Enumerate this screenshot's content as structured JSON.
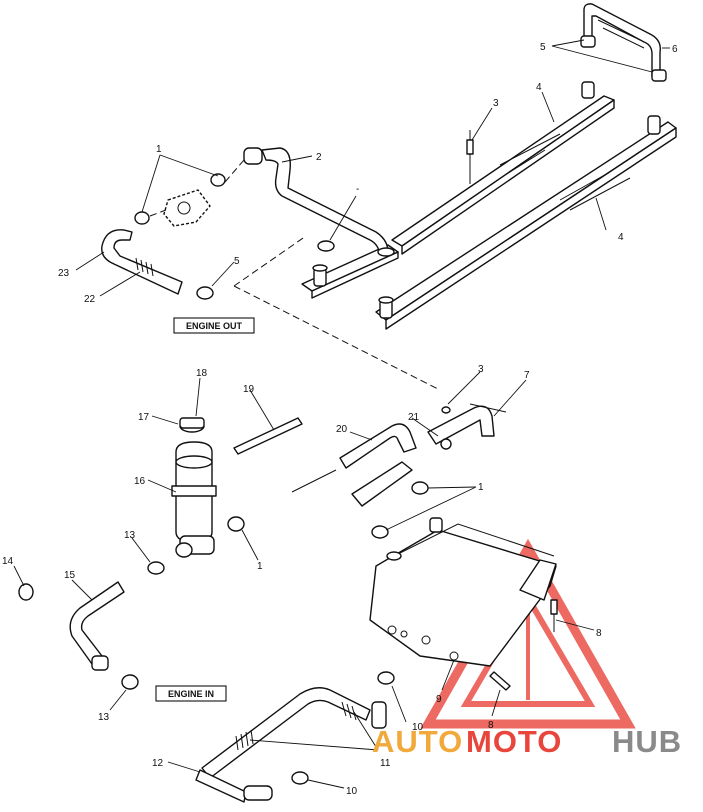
{
  "box_labels": {
    "engine_out": "ENGINE OUT",
    "engine_in": "ENGINE IN"
  },
  "callouts": {
    "c1_top": "1",
    "c2": "2",
    "c3_top": "3",
    "c4_upper": "4",
    "c4_lower": "4",
    "c5_top": "5",
    "c5_left": "5",
    "c6": "6",
    "c23": "23",
    "c22": "22",
    "c18": "18",
    "c19": "19",
    "c17": "17",
    "c16": "16",
    "c13": "13",
    "c1_tank": "1",
    "c3_mid": "3",
    "c7": "7",
    "c20": "20",
    "c21": "21",
    "c1_mid": "1",
    "c14": "14",
    "c15": "15",
    "c13_low": "13",
    "c8_right": "8",
    "c9": "9",
    "c8_low": "8",
    "c10_mid": "10",
    "c11": "11",
    "c12": "12",
    "c10_low": "10",
    "c_dash": "-"
  },
  "watermark": {
    "part1": "AUTO",
    "part2": "MOTO",
    "part3": "HUB",
    "color_orange": "#f2a93b",
    "color_red": "#e8463c",
    "color_gray": "#8a8a8a"
  }
}
